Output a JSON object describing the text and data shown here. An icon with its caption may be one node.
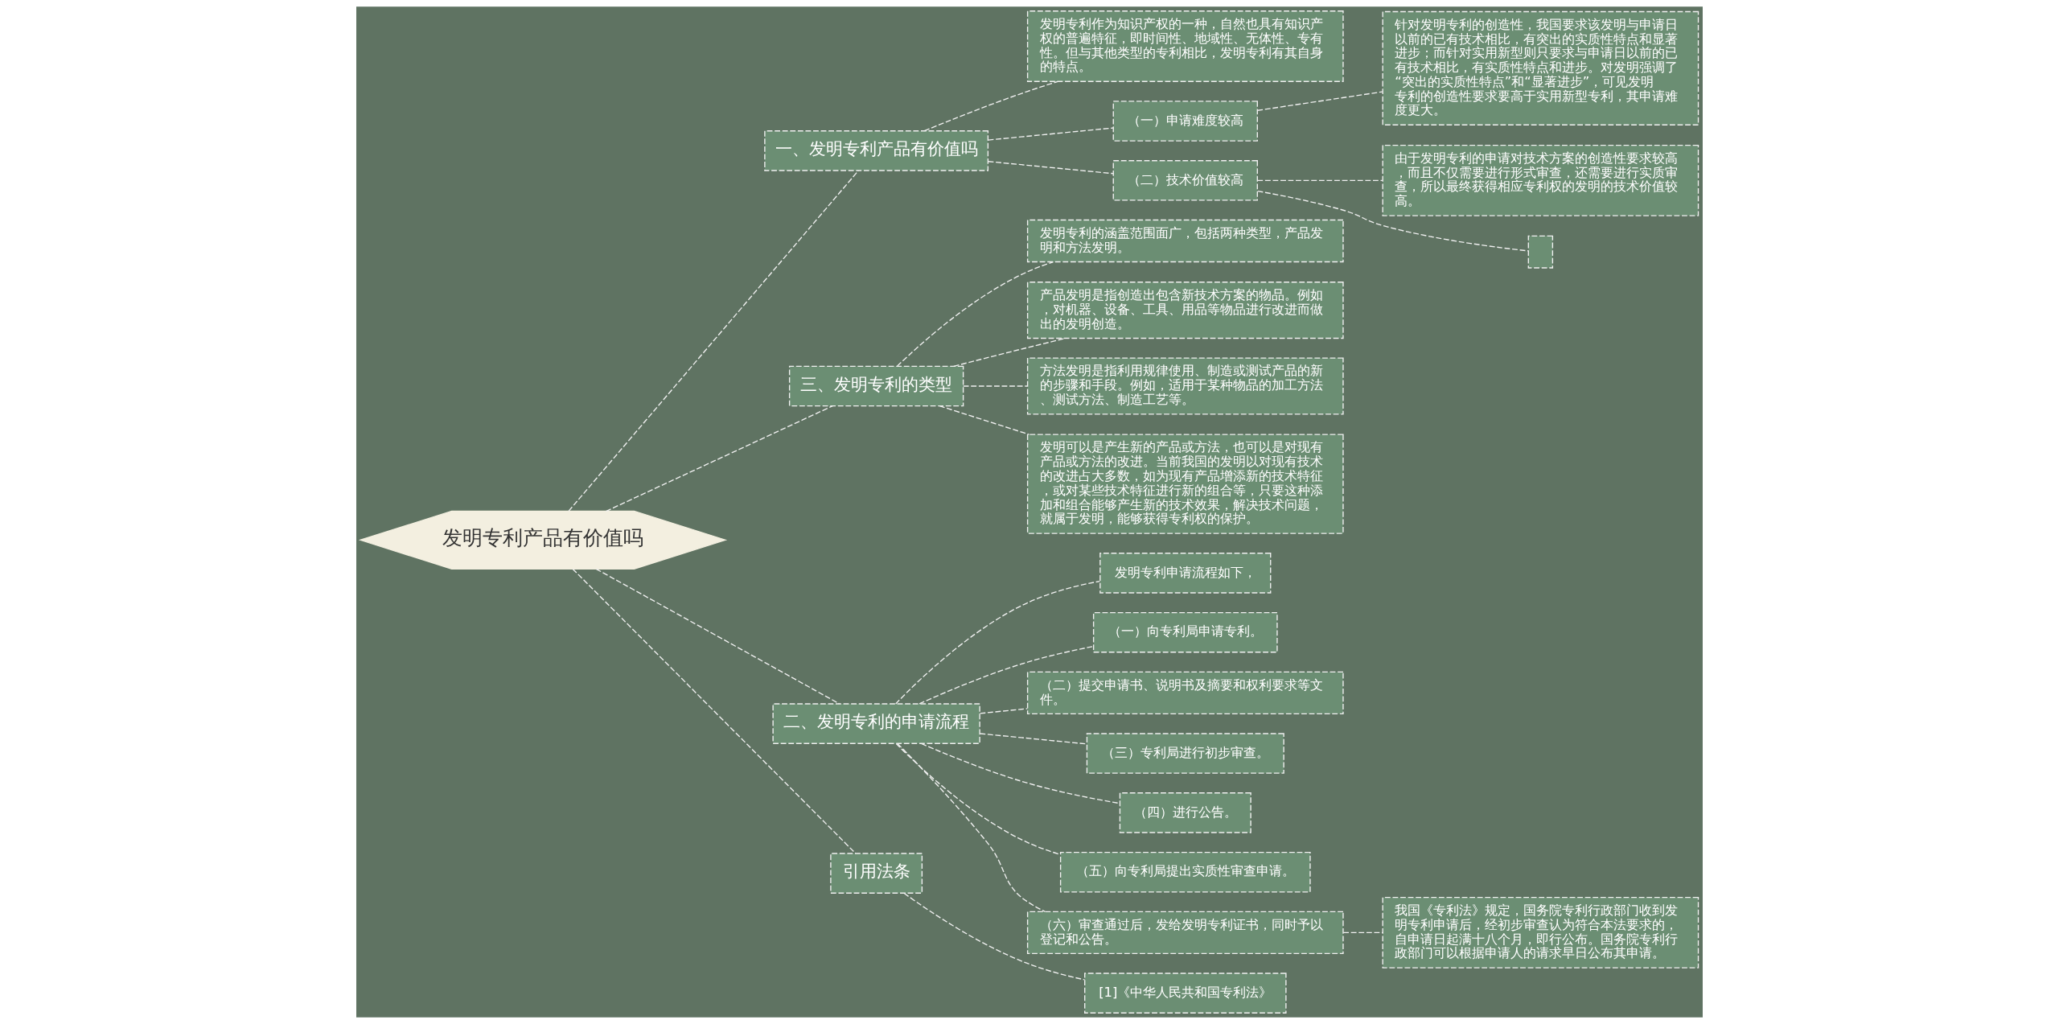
{
  "diagram": {
    "nodes": [
      {
        "text": [
          "发明专利产品有价值吗"
        ]
      },
      {
        "text": [
          "一、发明专利产品有价值吗"
        ]
      },
      {
        "text": [
          "发明专利作为知识产权的一种，自然也具有知识产权的普遍特征，即时间性、地域性、无体性、专有性。但与其他类型的专利相比，发明专利有其自身的特点。"
        ]
      },
      {
        "text": [
          "（一）申请难度较高"
        ]
      },
      {
        "text": [
          "针对发明专利的创造性，我国要求该发明与申请日以前的已有技术相比，有突出的实质性特点和显著进步；而针对实用新型则只要求与申请日以前的已有技术相比，有实质性特点和进步。对发明强调了“突出的实质性特点”和“显著进步”，可见发明专利的创造性要求要高于实用新型专利，其申请难度更大。"
        ]
      },
      {
        "text": [
          "（二）技术价值较高"
        ]
      },
      {
        "text": [
          "由于发明专利的申请对技术方案的创造性要求较高，而且不仅需要进行形式审查，还需要进行实质审查，所以最终获得相应专利权的发明的技术价值较高。"
        ]
      },
      {
        "text": [],
        "shape": "box"
      },
      {
        "text": [
          "三、发明专利的类型"
        ]
      },
      {
        "text": [
          "发明专利的涵盖范围面广，包括两种类型，产品发明和方法发明。"
        ]
      },
      {
        "text": [
          "产品发明是指创造出包含新技术方案的物品。例如，对机器、设备、工具、用品等物品进行改进而做出的发明创造。"
        ]
      },
      {
        "text": [
          "方法发明是指利用规律使用、制造或测试产品的新的步骤和手段。例如，适用于某种物品的加工方法、测试方法、制造工艺等。"
        ]
      },
      {
        "text": [
          "发明可以是产生新的产品或方法，也可以是对现有产品或方法的改进。当前我国的发明以对现有技术的改进占大多数，如为现有产品增添新的技术特征，或对某些技术特征进行新的组合等，只要这种添加和组合能够产生新的技术效果，解决技术问题，就属于发明，能够获得专利权的保护。"
        ]
      },
      {
        "text": [
          "二、发明专利的申请流程"
        ]
      },
      {
        "text": [
          "发明专利申请流程如下，"
        ]
      },
      {
        "text": [
          "（一）向专利局申请专利。"
        ]
      },
      {
        "text": [
          "（二）提交申请书、说明书及摘要和权利要求等文件。"
        ]
      },
      {
        "text": [
          "（三）专利局进行初步审查。"
        ]
      },
      {
        "text": [
          "（四）进行公告。"
        ]
      },
      {
        "text": [
          "（五）向专利局提出实质性审查申请。"
        ]
      },
      {
        "text": [
          "（六）审查通过后，发给发明专利证书，同时予以登记和公告。"
        ]
      },
      {
        "text": [
          "我国《专利法》规定，国务院专利行政部门收到发明专利申请后，经初步审查认为符合本法要求的，自申请日起满十八个月，即行公布。国务院专利行政部门可以根据申请人的请求早日公布其申请。"
        ]
      },
      {
        "text": [
          "引用法条"
        ]
      },
      {
        "text": [
          "[1]《中华人民共和国专利法》"
        ]
      }
    ],
    "edges": [
      {
        "from": 0,
        "to": 1,
        "arrow": "none",
        "style": "dashed"
      },
      {
        "from": 1,
        "to": 2,
        "arrow": "none",
        "style": "dashed"
      },
      {
        "from": 1,
        "to": 3,
        "arrow": "none",
        "style": "dashed"
      },
      {
        "from": 3,
        "to": 4,
        "arrow": "none",
        "style": "dashed"
      },
      {
        "from": 1,
        "to": 5,
        "arrow": "none",
        "style": "dashed"
      },
      {
        "from": 5,
        "to": 6,
        "arrow": "none",
        "style": "dashed"
      },
      {
        "from": 5,
        "to": 7,
        "arrow": "none",
        "style": "dashed"
      },
      {
        "from": 0,
        "to": 8,
        "arrow": "none",
        "style": "dashed"
      },
      {
        "from": 8,
        "to": 9,
        "arrow": "none",
        "style": "dashed"
      },
      {
        "from": 8,
        "to": 10,
        "arrow": "none",
        "style": "dashed"
      },
      {
        "from": 8,
        "to": 11,
        "arrow": "none",
        "style": "dashed"
      },
      {
        "from": 8,
        "to": 12,
        "arrow": "none",
        "style": "dashed"
      },
      {
        "from": 0,
        "to": 13,
        "arrow": "none",
        "style": "dashed"
      },
      {
        "from": 13,
        "to": 14,
        "arrow": "none",
        "style": "dashed"
      },
      {
        "from": 13,
        "to": 15,
        "arrow": "none",
        "style": "dashed"
      },
      {
        "from": 13,
        "to": 16,
        "arrow": "none",
        "style": "dashed"
      },
      {
        "from": 13,
        "to": 17,
        "arrow": "none",
        "style": "dashed"
      },
      {
        "from": 13,
        "to": 18,
        "arrow": "none",
        "style": "dashed"
      },
      {
        "from": 13,
        "to": 19,
        "arrow": "none",
        "style": "dashed"
      },
      {
        "from": 13,
        "to": 20,
        "arrow": "none",
        "style": "dashed"
      },
      {
        "from": 20,
        "to": 21,
        "arrow": "none",
        "style": "dashed"
      },
      {
        "from": 0,
        "to": 22,
        "arrow": "none",
        "style": "dashed"
      },
      {
        "from": 22,
        "to": 23,
        "arrow": "none",
        "style": "dashed"
      }
    ]
  }
}
